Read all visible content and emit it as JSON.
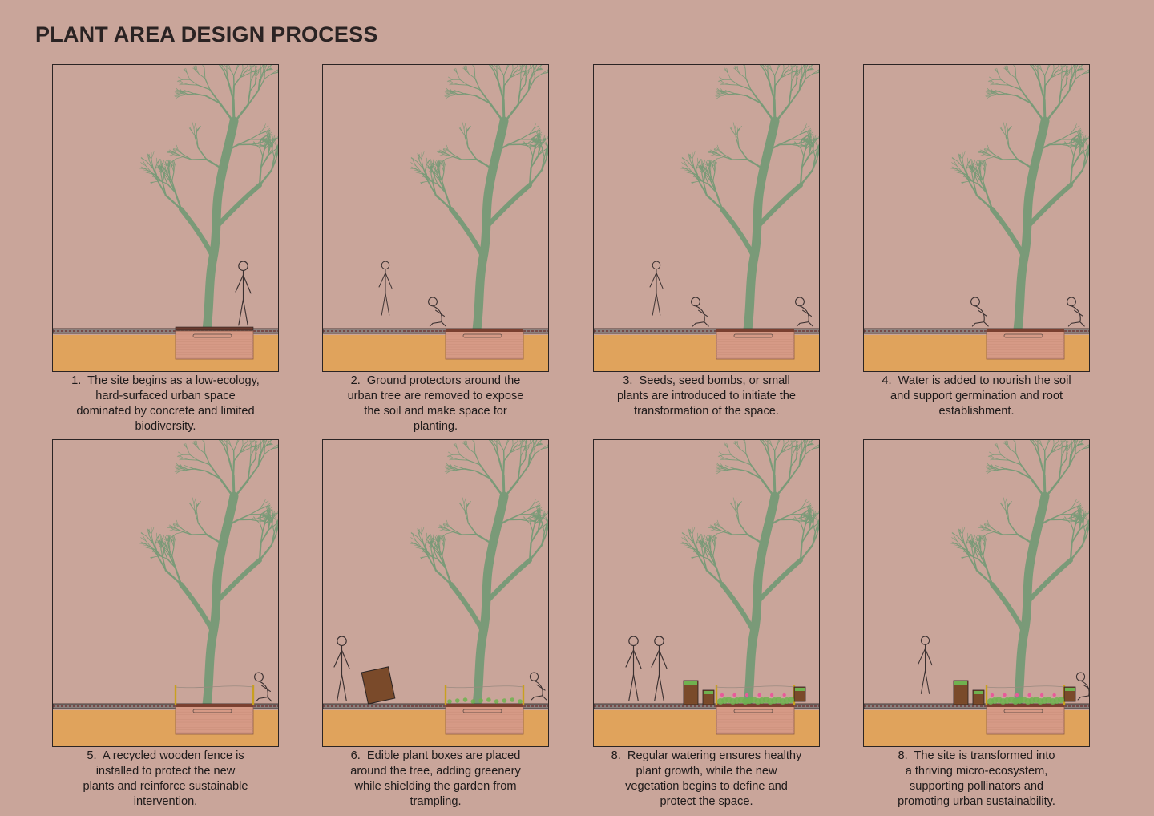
{
  "page": {
    "title": "PLANT AREA DESIGN PROCESS"
  },
  "colors": {
    "background": "#c9a59a",
    "tree": "#7a9a78",
    "soil": "#e0a35c",
    "pit": "#d69a86",
    "pavement": "#8a7f7c",
    "outline": "#2b2424",
    "wood": "#7a4a2a",
    "fence": "#c9a01f",
    "planting": "#6fb24f"
  },
  "steps": [
    {
      "num": "1.",
      "text": "The site begins as a low-ecology,\nhard-surfaced urban space\ndominated by concrete and limited\nbiodiversity.",
      "stage": 1
    },
    {
      "num": "2.",
      "text": "Ground protectors around the\nurban tree are removed to expose\nthe soil and make space for\nplanting.",
      "stage": 2
    },
    {
      "num": "3.",
      "text": "Seeds, seed bombs, or small\nplants are introduced to initiate the\ntransformation of the space.",
      "stage": 3
    },
    {
      "num": "4.",
      "text": "Water is added to nourish the soil\nand support germination and root\nestablishment.",
      "stage": 4
    },
    {
      "num": "5.",
      "text": "A recycled wooden fence is\ninstalled to protect the new\nplants and reinforce sustainable\nintervention.",
      "stage": 5
    },
    {
      "num": "6.",
      "text": "Edible plant boxes are placed\naround the tree, adding greenery\nwhile shielding the garden from\ntrampling.",
      "stage": 6
    },
    {
      "num": "8.",
      "text": "Regular watering ensures healthy\nplant growth, while the new\nvegetation begins to define and\nprotect the space.",
      "stage": 7
    },
    {
      "num": "8.",
      "text": "The site is transformed into\na thriving micro-ecosystem,\nsupporting pollinators and\npromoting urban sustainability.",
      "stage": 8
    }
  ]
}
